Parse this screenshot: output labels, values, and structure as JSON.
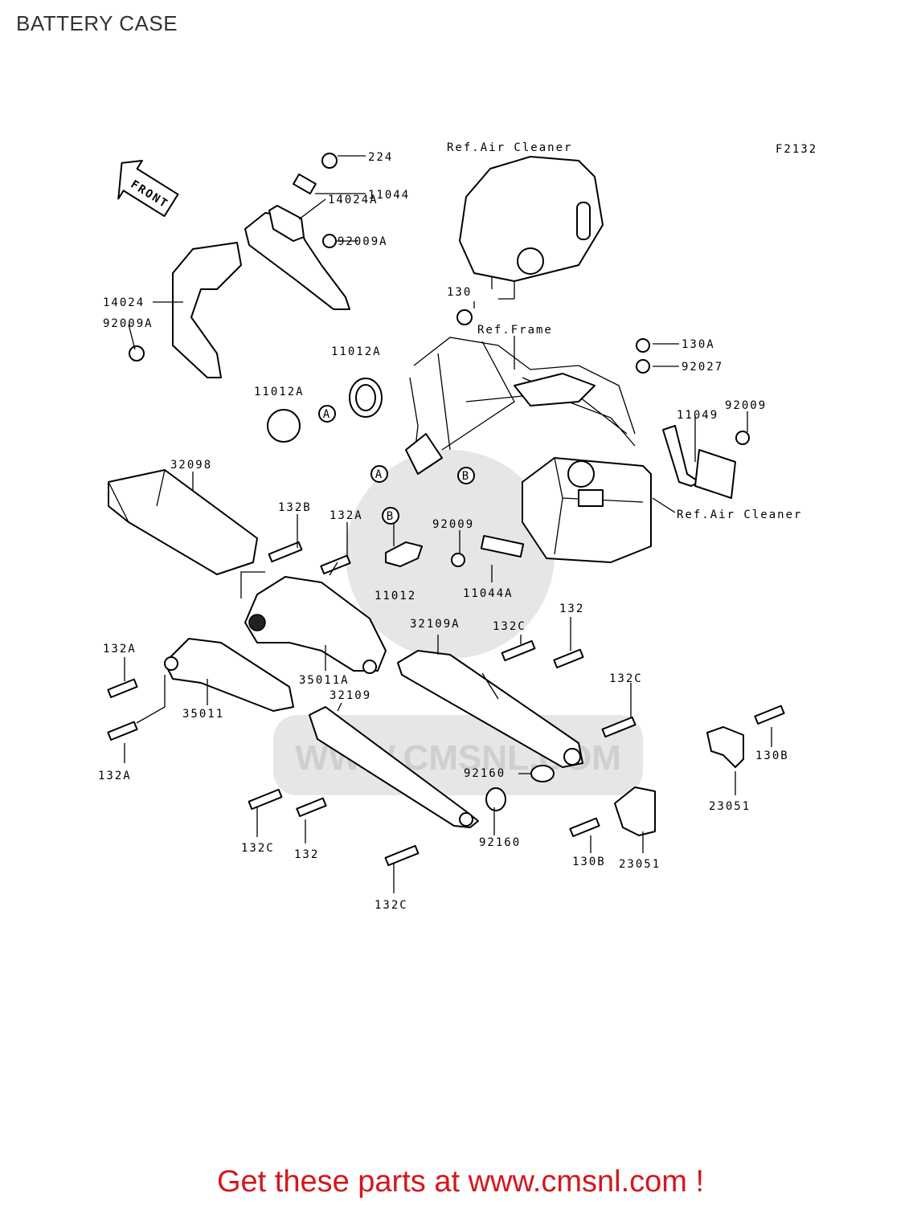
{
  "page": {
    "title": "BATTERY CASE",
    "cta": "Get these parts at www.cmsnl.com !"
  },
  "diagram": {
    "figure_code": "F2132",
    "front_arrow": "FRONT",
    "watermark": "WWW.CMSNL.COM",
    "refs": {
      "air_cleaner_top": "Ref.Air Cleaner",
      "frame": "Ref.Frame",
      "air_cleaner_right": "Ref.Air Cleaner"
    },
    "labels": {
      "p224": "224",
      "p11044": "11044",
      "p14024A": "14024A",
      "p92009A_top": "92009A",
      "p14024": "14024",
      "p92009A_left": "92009A",
      "p130": "130",
      "p130A": "130A",
      "p92027": "92027",
      "p11012A_top": "11012A",
      "p11012A_left": "11012A",
      "p11049": "11049",
      "p92009_right": "92009",
      "p32098": "32098",
      "p132B": "132B",
      "p132A_mid": "132A",
      "p92009_mid": "92009",
      "p11012": "11012",
      "p11044A": "11044A",
      "p32109A": "32109A",
      "p132C_top": "132C",
      "p132_top": "132",
      "p132A_left_top": "132A",
      "p35011A": "35011A",
      "p35011": "35011",
      "p32109": "32109",
      "p132C_right": "132C",
      "p132A_left_bottom": "132A",
      "p130B_right": "130B",
      "p92160_top": "92160",
      "p23051_right": "23051",
      "p132C_bottom_left": "132C",
      "p132_bottom": "132",
      "p92160_bottom": "92160",
      "p130B_bottom": "130B",
      "p23051_bottom": "23051",
      "p132C_bottom": "132C"
    },
    "callouts": {
      "a1": "A",
      "a2": "A",
      "b1": "B",
      "b2": "B"
    }
  }
}
